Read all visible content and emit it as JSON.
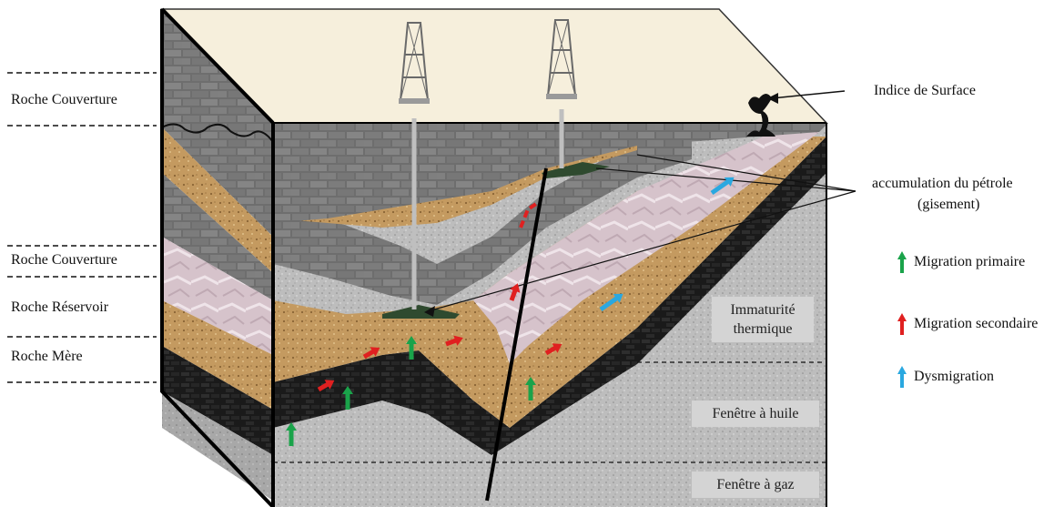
{
  "left_labels": {
    "cap_rock_top": "Roche Couverture",
    "cap_rock": "Roche Couverture",
    "reservoir": "Roche Réservoir",
    "source_rock": "Roche Mère"
  },
  "callouts": {
    "surface_seep": "Indice de Surface",
    "accumulation_line1": "accumulation du pétrole",
    "accumulation_line2": "(gisement)"
  },
  "legend": {
    "primary": "Migration primaire",
    "secondary": "Migration secondaire",
    "dysmigration": "Dysmigration"
  },
  "zones": {
    "immaturity_line1": "Immaturité",
    "immaturity_line2": "thermique",
    "oil_window": "Fenêtre à huile",
    "gas_window": "Fenêtre à gaz"
  },
  "colors": {
    "primary_migration": "#1aa34a",
    "secondary_migration": "#e02020",
    "dysmigration": "#2aa8e0",
    "cap_rock": "#6e6e6e",
    "reservoir": "#c49a60",
    "salt": "#d9c4cc",
    "source_rock": "#1c1c1c",
    "basement": "#b9b9b9",
    "surface": "#f4ecd8",
    "oil": "#2f4a2f"
  }
}
